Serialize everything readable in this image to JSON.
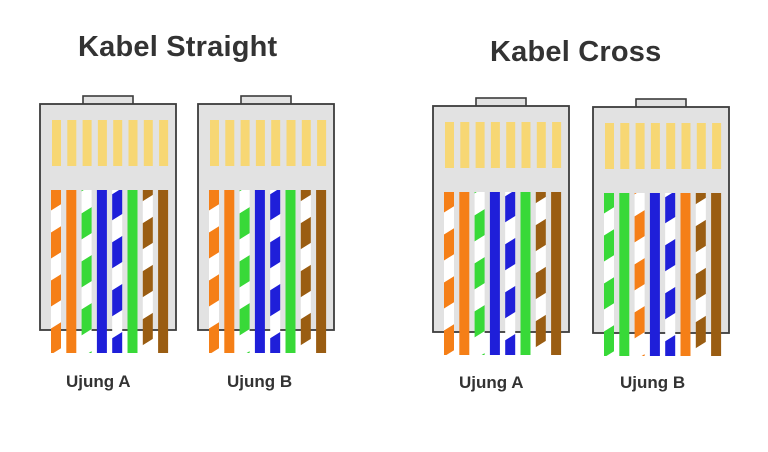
{
  "colors": {
    "orange": "#f57f17",
    "green": "#38d938",
    "blue": "#1f1fd9",
    "brown": "#9a5d12",
    "white": "#ffffff",
    "gold_pin": "#f7d774",
    "body": "#e2e2e2",
    "outline": "#3c3c3c",
    "text": "#333333"
  },
  "sections": [
    {
      "title": "Kabel Straight",
      "plugs": [
        {
          "label": "Ujung A",
          "wires": [
            "white-orange",
            "orange",
            "white-green",
            "blue",
            "white-blue",
            "green",
            "white-brown",
            "brown"
          ]
        },
        {
          "label": "Ujung B",
          "wires": [
            "white-orange",
            "orange",
            "white-green",
            "blue",
            "white-blue",
            "green",
            "white-brown",
            "brown"
          ]
        }
      ]
    },
    {
      "title": "Kabel Cross",
      "plugs": [
        {
          "label": "Ujung A",
          "wires": [
            "white-orange",
            "orange",
            "white-green",
            "blue",
            "white-blue",
            "green",
            "white-brown",
            "brown"
          ]
        },
        {
          "label": "Ujung B",
          "wires": [
            "white-green",
            "green",
            "white-orange",
            "blue",
            "white-blue",
            "orange",
            "white-brown",
            "brown"
          ]
        }
      ]
    }
  ]
}
